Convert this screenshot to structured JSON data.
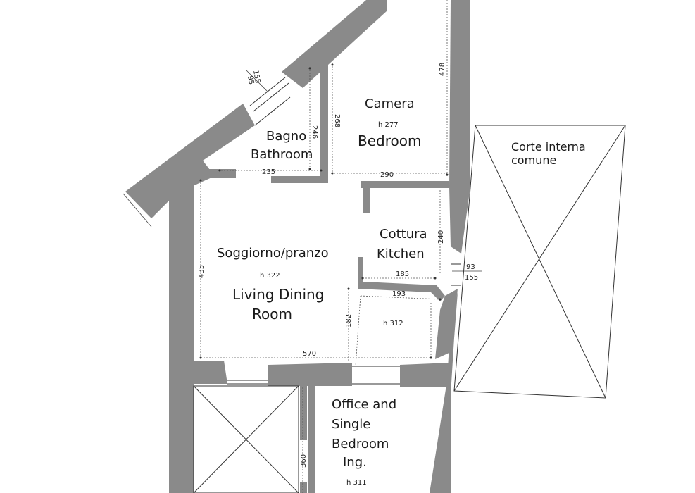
{
  "rooms": {
    "camera": {
      "it": "Camera",
      "height": "h 277",
      "en": "Bedroom"
    },
    "bagno": {
      "it": "Bagno",
      "en": "Bathroom"
    },
    "corte": {
      "line1": "Corte interna",
      "line2": "comune"
    },
    "soggiorno": {
      "it": "Soggiorno/pranzo",
      "height": "h 322",
      "en1": "Living Dining",
      "en2": "Room"
    },
    "cottura": {
      "it": "Cottura",
      "en": "Kitchen"
    },
    "hall": {
      "height": "h 312"
    },
    "office": {
      "line1": "Office and",
      "line2": "Single",
      "line3": "Bedroom",
      "line4": "Ing.",
      "height": "h 311"
    }
  },
  "dimensions": {
    "d155": "155",
    "d95": "95",
    "d246": "246",
    "d268": "268",
    "d478": "478",
    "d235": "235",
    "d290": "290",
    "d240": "240",
    "d435": "435",
    "d185": "185",
    "d93": "93",
    "d155b": "155",
    "d193": "193",
    "d182": "182",
    "d570": "570",
    "d360": "360"
  }
}
